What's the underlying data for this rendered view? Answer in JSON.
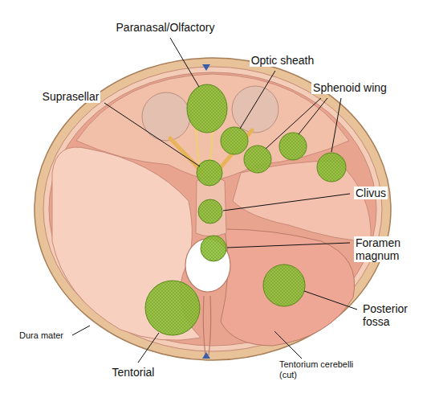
{
  "diagram": {
    "labels": [
      "Paranasal/Olfactory",
      "Optic sheath",
      "Sphenoid wing",
      "Suprasellar",
      "Clivus",
      "Foramen magnum",
      "Posterior fossa",
      "Dura mater",
      "Tentorial",
      "Tentorium cerebelli (cut)"
    ]
  }
}
